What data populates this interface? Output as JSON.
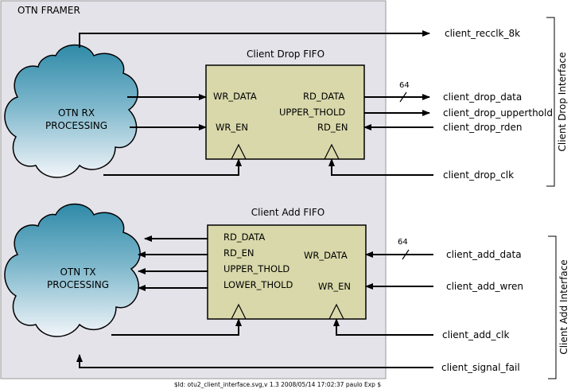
{
  "framer": {
    "title": "OTN FRAMER"
  },
  "rx_cloud": {
    "line1": "OTN RX",
    "line2": "PROCESSING"
  },
  "tx_cloud": {
    "line1": "OTN TX",
    "line2": "PROCESSING"
  },
  "drop_fifo": {
    "title": "Client Drop FIFO",
    "pins": {
      "wr_data": "WR_DATA",
      "wr_en": "WR_EN",
      "rd_data": "RD_DATA",
      "upper_thold": "UPPER_THOLD",
      "rd_en": "RD_EN"
    }
  },
  "add_fifo": {
    "title": "Client Add FIFO",
    "pins": {
      "rd_data": "RD_DATA",
      "rd_en": "RD_EN",
      "upper_thold": "UPPER_THOLD",
      "lower_thold": "LOWER_THOLD",
      "wr_data": "WR_DATA",
      "wr_en": "WR_EN"
    }
  },
  "signals": {
    "recclk": "client_recclk_8k",
    "drop_data": "client_drop_data",
    "drop_upperthold": "client_drop_upperthold",
    "drop_rden": "client_drop_rden",
    "drop_clk": "client_drop_clk",
    "add_data": "client_add_data",
    "add_wren": "client_add_wren",
    "add_clk": "client_add_clk",
    "signal_fail": "client_signal_fail"
  },
  "bus_widths": {
    "drop_data": "64",
    "add_data": "64"
  },
  "interfaces": {
    "drop": "Client Drop Interface",
    "add": "Client Add Interface"
  },
  "footer": "$Id: otu2_client_interface.svg,v 1.3 2008/05/14 17:02:37 paulo Exp $",
  "colors": {
    "framer_bg": "#e4e3ea",
    "fifo_fill": "#d8d8aa",
    "cloud_top": "#3a95b0",
    "cloud_bottom": "#f0f4f8"
  }
}
